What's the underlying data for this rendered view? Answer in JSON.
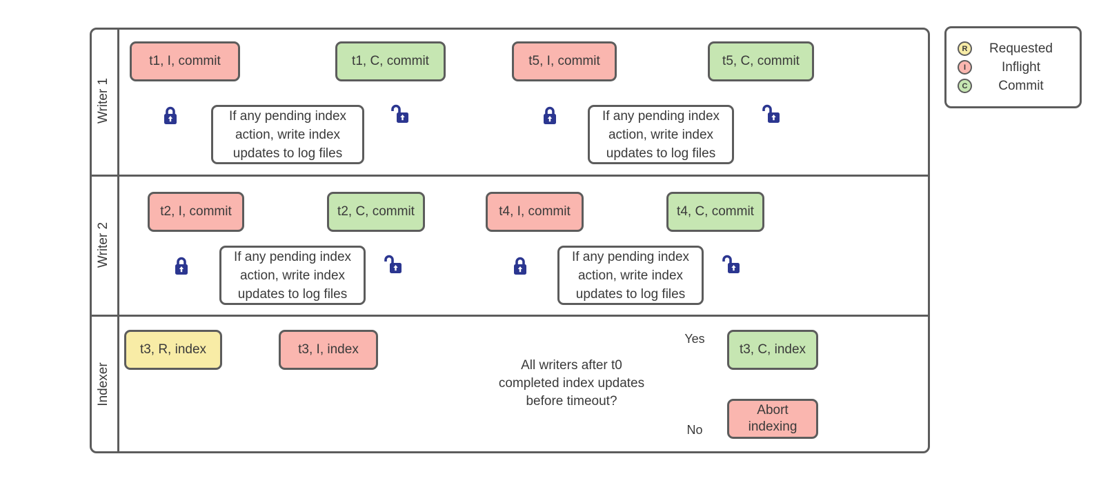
{
  "diagram": {
    "lanes": [
      {
        "label": "Writer 1"
      },
      {
        "label": "Writer 2"
      },
      {
        "label": "Indexer"
      }
    ],
    "nodes": {
      "t1_inflight": "t1, I, commit",
      "t1_commit": "t1, C, commit",
      "t5_inflight": "t5, I, commit",
      "t5_commit": "t5, C, commit",
      "t2_inflight": "t2, I, commit",
      "t2_commit": "t2, C, commit",
      "t4_inflight": "t4, I, commit",
      "t4_commit": "t4, C, commit",
      "t3_requested": "t3, R, index",
      "t3_inflight": "t3, I, index",
      "t3_commit": "t3, C, index",
      "abort_indexing": "Abort indexing",
      "pending_index_action": "If any pending index action, write index updates to log files",
      "decision": "All writers after t0 completed index updates before timeout?"
    },
    "branch_labels": {
      "yes": "Yes",
      "no": "No"
    },
    "legend": {
      "items": [
        {
          "letter": "R",
          "label": "Requested",
          "color": "#F8ECA6"
        },
        {
          "letter": "I",
          "label": "Inflight",
          "color": "#FAB6AF"
        },
        {
          "letter": "C",
          "label": "Commit",
          "color": "#C6E6B2"
        }
      ]
    },
    "colors": {
      "requested_fill": "#F8ECA6",
      "inflight_fill": "#FAB6AF",
      "commit_fill": "#C6E6B2",
      "shape_border": "#5c5c5c",
      "connector": "#6e6e6e",
      "lock": "#2b3690",
      "text": "#3a3a3a"
    }
  }
}
